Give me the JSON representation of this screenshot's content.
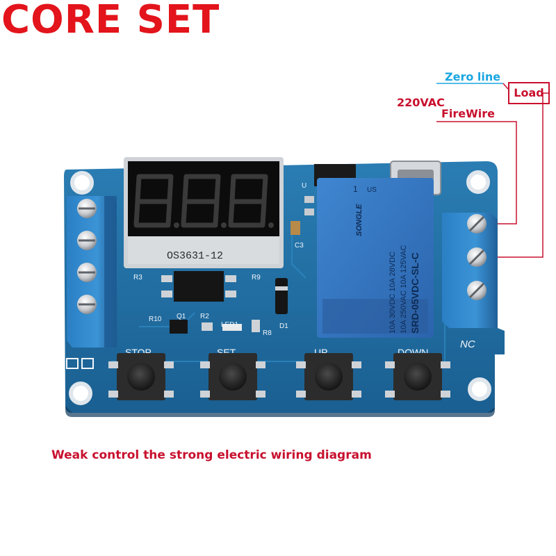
{
  "brand": {
    "title": "CORE SET"
  },
  "wiring": {
    "zero_line": "Zero line",
    "voltage": "220VAC",
    "fire_wire": "FireWire",
    "load": "Load"
  },
  "caption": "Weak control the strong electric wiring diagram",
  "board": {
    "display_model": "OS3631-12",
    "relay": {
      "brand": "SONGLE",
      "model": "SRD-05VDC-SL-C",
      "rating_ac": "10A 250VAC 10A 125VAC",
      "rating_dc": "10A 30VDC 10A 28VDC",
      "pin": "1",
      "us_mark": "US"
    },
    "silkscreen": {
      "r3": "R3",
      "r9": "R9",
      "r10": "R10",
      "q1": "Q1",
      "r2": "R2",
      "led1": "LED1",
      "r8": "R8",
      "d1": "D1",
      "c3": "C3",
      "u": "U",
      "nc": "NC"
    },
    "buttons": [
      "STOP",
      "SET",
      "UP",
      "DOWN"
    ]
  },
  "colors": {
    "brand_red": "#e3141b",
    "label_red": "#c8102e",
    "zero_line_blue": "#1aa6e0",
    "pcb": "#1f6fa3",
    "terminal": "#2f86c8"
  }
}
